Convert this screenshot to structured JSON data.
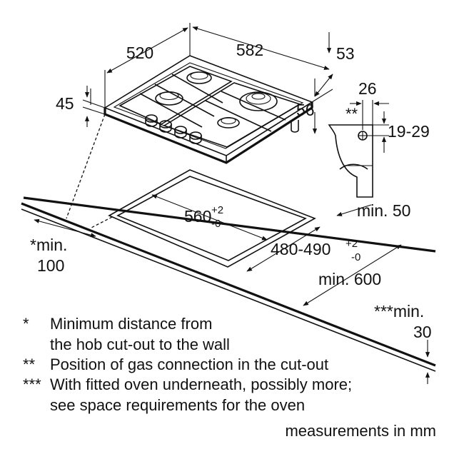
{
  "dimensions": {
    "hob_depth": "520",
    "hob_width": "582",
    "hob_height": "45",
    "grate_offset_top": "53",
    "grate_offset_side": "56",
    "gas_conn_offset": "26",
    "gas_conn_height": "19-29",
    "gas_conn_marker": "**",
    "cutout_width_base": "560",
    "cutout_width_tol_upper": "+2",
    "cutout_width_tol_lower": "-0",
    "cutout_depth_base": "480-490",
    "cutout_depth_tol_upper": "+2",
    "cutout_depth_tol_lower": "-0",
    "min_side": "min. 50",
    "min_front": "min. 600",
    "min_wall_line1": "*min.",
    "min_wall_line2": "100",
    "min_underside_line1": "***min.",
    "min_underside_line2": "30"
  },
  "notes": [
    {
      "marker": "*",
      "line1": "Minimum distance from",
      "line2": "the hob cut-out to the wall"
    },
    {
      "marker": "**",
      "line1": "Position of gas connection in the cut-out",
      "line2": ""
    },
    {
      "marker": "***",
      "line1": "With fitted oven underneath, possibly more;",
      "line2": "see space requirements for the oven"
    }
  ],
  "units_note": "measurements in mm"
}
